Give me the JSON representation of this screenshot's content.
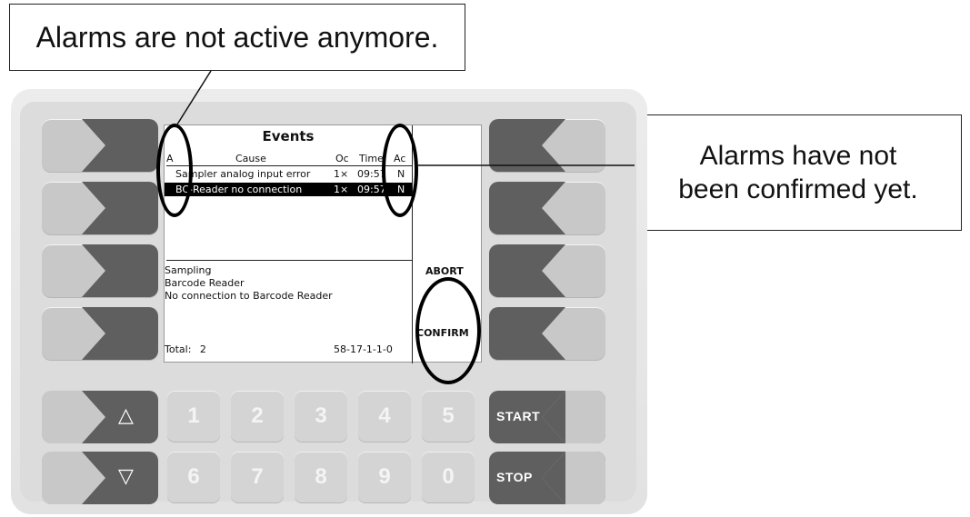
{
  "annotations": {
    "top": "Alarms are not active anymore.",
    "right_line1": "Alarms have not",
    "right_line2": "been confirmed yet."
  },
  "screen": {
    "title": "Events",
    "columns": {
      "a": "A",
      "cause": "Cause",
      "oc": "Oc",
      "time": "Time",
      "ac": "Ac"
    },
    "events": [
      {
        "a": "",
        "cause": "Sampler analog input error",
        "oc": "1×",
        "time": "09:57",
        "ac": "N",
        "selected": false
      },
      {
        "a": "",
        "cause": "BC-Reader no connection",
        "oc": "1×",
        "time": "09:57",
        "ac": "N",
        "selected": true
      }
    ],
    "detail": {
      "line1": "Sampling",
      "line2": "Barcode Reader",
      "line3": "No connection to Barcode Reader"
    },
    "total_label": "Total:",
    "total_value": "2",
    "code": "58-17-1-1-0",
    "softkeys": {
      "abort": "ABORT",
      "confirm": "CONFIRM"
    }
  },
  "keypad": {
    "up_icon": "triangle-up-icon",
    "down_icon": "triangle-down-icon",
    "digits_row1": [
      "1",
      "2",
      "3",
      "4",
      "5"
    ],
    "digits_row2": [
      "6",
      "7",
      "8",
      "9",
      "0"
    ],
    "start": "START",
    "stop": "STOP"
  },
  "colors": {
    "key_dark": "#5f5f5f",
    "key_light": "#c8c8c8",
    "digit_key": "#d4d4d4"
  }
}
